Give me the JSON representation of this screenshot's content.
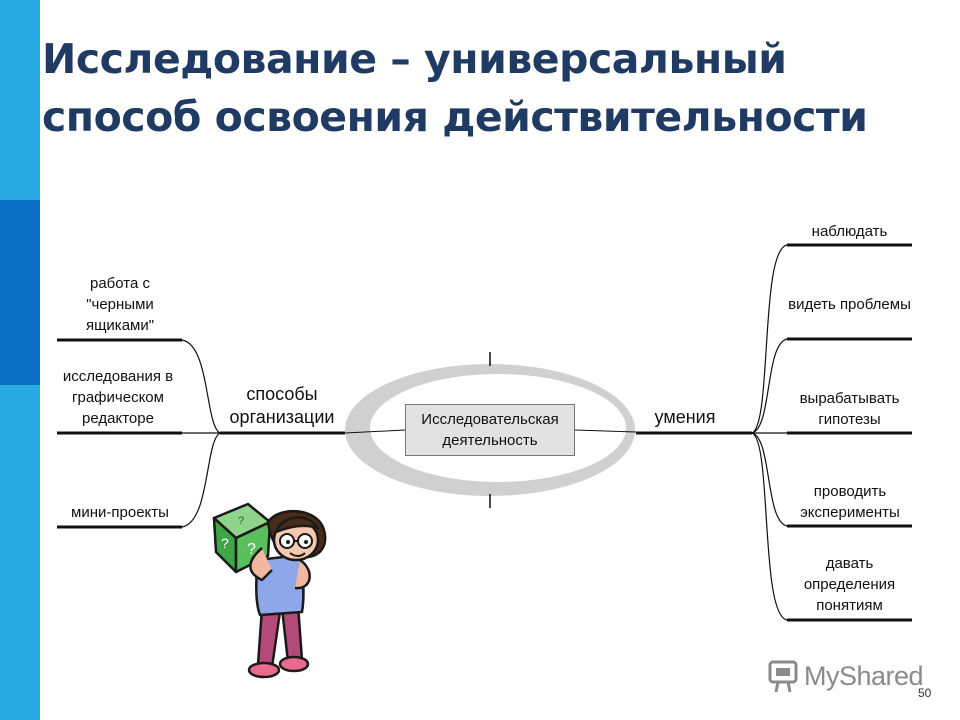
{
  "colors": {
    "sidebar_top": "#29a9e1",
    "sidebar_mid": "#0a6fc2",
    "sidebar_bot": "#29a9e1",
    "title": "#1f3b63",
    "line": "#111111",
    "ellipse": "#cfcfcf",
    "center_box": "#e2e2e2"
  },
  "slide": {
    "title_line1": "Исследование – универсальный",
    "title_line2": "способ освоения действительности",
    "page_number": "50"
  },
  "diagram": {
    "center": "Исследовательская деятельность",
    "left_branch": "способы организации",
    "right_branch": "умения",
    "left_items": [
      "работа с \"черными ящиками\"",
      "исследования в графическом редакторе",
      "мини-проекты"
    ],
    "right_items": [
      "наблюдать",
      "видеть проблемы",
      "вырабатывать гипотезы",
      "проводить эксперименты",
      "давать определения понятиям"
    ]
  },
  "illustration": {
    "icon": "girl-with-question-cube-icon"
  },
  "watermark": {
    "text": "MyShared",
    "icon": "myshared-logo-icon"
  }
}
